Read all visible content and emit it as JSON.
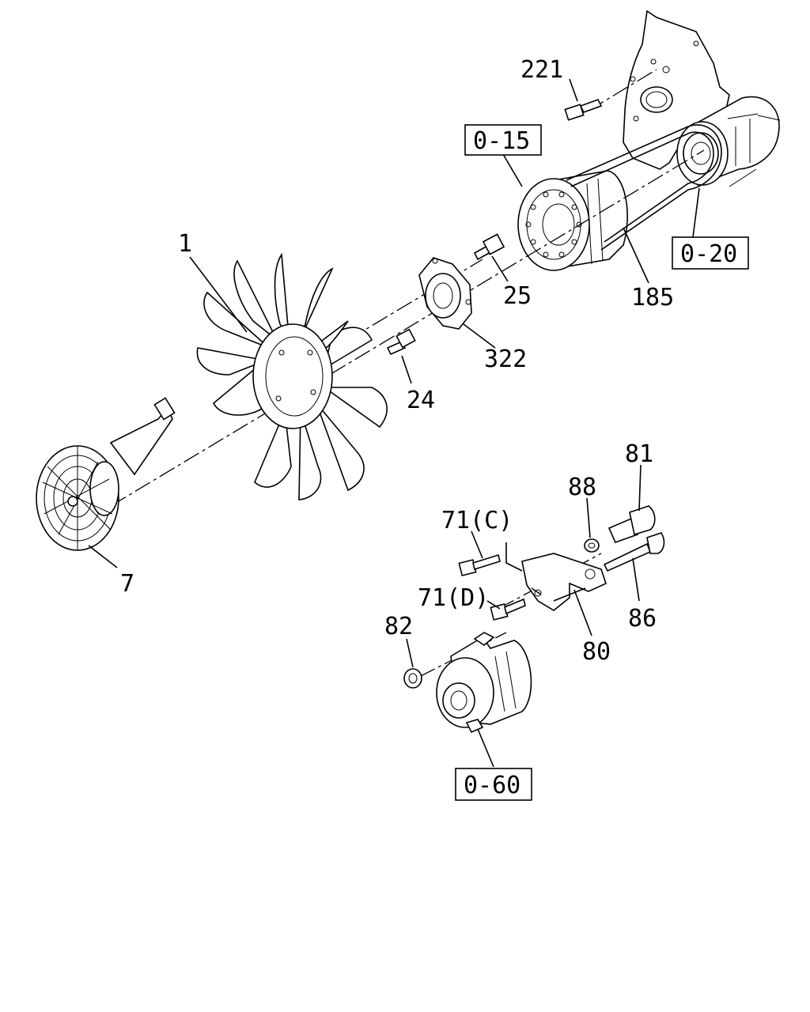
{
  "callouts": {
    "c1": "1",
    "c7": "7",
    "c24": "24",
    "c25": "25",
    "c80": "80",
    "c81": "81",
    "c82": "82",
    "c86": "86",
    "c88": "88",
    "c185": "185",
    "c221": "221",
    "c322": "322",
    "c71c": "71(C)",
    "c71d": "71(D)"
  },
  "references": {
    "r015": "0-15",
    "r020": "0-20",
    "r060": "0-60"
  }
}
